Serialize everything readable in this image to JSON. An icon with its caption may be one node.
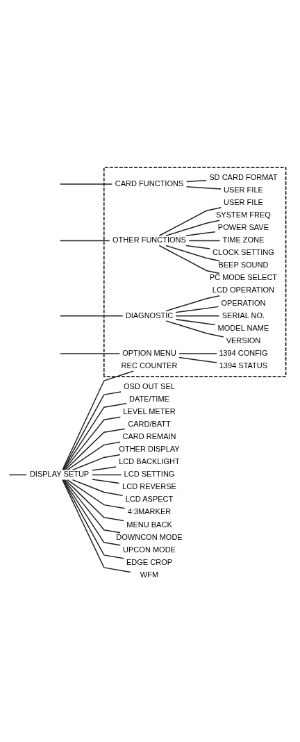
{
  "diagram": {
    "nodes": [
      {
        "text": [],
        "shape": "box"
      },
      {
        "text": [
          "DISPLAY SETUP"
        ]
      },
      {
        "text": [
          "OSD OUT SEL"
        ]
      },
      {
        "text": [
          "DATE/TIME"
        ]
      },
      {
        "text": [
          "LEVEL METER"
        ]
      },
      {
        "text": [
          "CARD/BATT"
        ]
      },
      {
        "text": [
          "CARD REMAIN"
        ]
      },
      {
        "text": [
          "OTHER DISPLAY"
        ]
      },
      {
        "text": [
          "LCD BACKLIGHT"
        ]
      },
      {
        "text": [
          "LCD SETTING"
        ]
      },
      {
        "text": [
          "LCD REVERSE"
        ]
      },
      {
        "text": [
          "LCD ASPECT"
        ]
      },
      {
        "text": [
          "4:3MARKER"
        ]
      },
      {
        "text": [
          "MENU BACK"
        ]
      },
      {
        "text": [
          "DOWNCON MODE"
        ]
      },
      {
        "text": [
          "UPCON MODE"
        ]
      },
      {
        "text": [
          "EDGE CROP"
        ]
      },
      {
        "text": [
          "WFM"
        ]
      },
      {
        "text": [
          "REC COUNTER"
        ],
        "in": 0
      },
      {
        "text": [
          "CARD FUNCTIONS"
        ],
        "in": 0
      },
      {
        "text": [
          "USER FILE"
        ],
        "in": 0
      },
      {
        "text": [
          "SD CARD FORMAT"
        ],
        "in": 0
      },
      {
        "text": [
          "OTHER FUNCTIONS"
        ],
        "in": 0
      },
      {
        "text": [
          "PC MODE SELECT"
        ],
        "in": 0
      },
      {
        "text": [
          "BEEP SOUND"
        ],
        "in": 0
      },
      {
        "text": [
          "CLOCK SETTING"
        ],
        "in": 0
      },
      {
        "text": [
          "TIME ZONE"
        ],
        "in": 0
      },
      {
        "text": [
          "POWER SAVE"
        ],
        "in": 0
      },
      {
        "text": [
          "SYSTEM FREQ"
        ],
        "in": 0
      },
      {
        "text": [
          "USER FILE"
        ],
        "in": 0
      },
      {
        "text": [
          "DIAGNOSTIC"
        ],
        "in": 0
      },
      {
        "text": [
          "VERSION"
        ],
        "in": 0
      },
      {
        "text": [
          "MODEL NAME"
        ],
        "in": 0
      },
      {
        "text": [
          "SERIAL NO."
        ],
        "in": 0
      },
      {
        "text": [
          "OPERATION"
        ],
        "in": 0
      },
      {
        "text": [
          "LCD OPERATION"
        ],
        "in": 0
      },
      {
        "text": [
          "OPTION MENU"
        ],
        "in": 0
      },
      {
        "text": [
          "1394 STATUS"
        ],
        "in": 0
      },
      {
        "text": [
          "1394 CONFIG"
        ],
        "in": 0
      }
    ],
    "edges": [
      {
        "from": null,
        "to": 1,
        "arrow": "none"
      },
      {
        "from": 1,
        "to": 2,
        "arrow": "none"
      },
      {
        "from": 1,
        "to": 3,
        "arrow": "none"
      },
      {
        "from": 1,
        "to": 4,
        "arrow": "none"
      },
      {
        "from": 1,
        "to": 5,
        "arrow": "none"
      },
      {
        "from": 1,
        "to": 6,
        "arrow": "none"
      },
      {
        "from": 1,
        "to": 7,
        "arrow": "none"
      },
      {
        "from": 1,
        "to": 8,
        "arrow": "none"
      },
      {
        "from": 1,
        "to": 9,
        "arrow": "none"
      },
      {
        "from": 1,
        "to": 10,
        "arrow": "none"
      },
      {
        "from": 1,
        "to": 11,
        "arrow": "none"
      },
      {
        "from": 1,
        "to": 12,
        "arrow": "none"
      },
      {
        "from": 1,
        "to": 13,
        "arrow": "none"
      },
      {
        "from": 1,
        "to": 14,
        "arrow": "none"
      },
      {
        "from": 1,
        "to": 15,
        "arrow": "none"
      },
      {
        "from": 1,
        "to": 16,
        "arrow": "none"
      },
      {
        "from": 1,
        "to": 17,
        "arrow": "none"
      },
      {
        "from": 1,
        "to": 18,
        "arrow": "none"
      },
      {
        "from": null,
        "to": 19,
        "arrow": "none"
      },
      {
        "from": 19,
        "to": 20,
        "arrow": "none"
      },
      {
        "from": 19,
        "to": 21,
        "arrow": "none"
      },
      {
        "from": null,
        "to": 22,
        "arrow": "none"
      },
      {
        "from": 22,
        "to": 23,
        "arrow": "none"
      },
      {
        "from": 22,
        "to": 24,
        "arrow": "none"
      },
      {
        "from": 22,
        "to": 25,
        "arrow": "none"
      },
      {
        "from": 22,
        "to": 26,
        "arrow": "none"
      },
      {
        "from": 22,
        "to": 27,
        "arrow": "none"
      },
      {
        "from": 22,
        "to": 28,
        "arrow": "none"
      },
      {
        "from": 22,
        "to": 29,
        "arrow": "none"
      },
      {
        "from": null,
        "to": 30,
        "arrow": "none"
      },
      {
        "from": 30,
        "to": 31,
        "arrow": "none"
      },
      {
        "from": 30,
        "to": 32,
        "arrow": "none"
      },
      {
        "from": 30,
        "to": 33,
        "arrow": "none"
      },
      {
        "from": 30,
        "to": 34,
        "arrow": "none"
      },
      {
        "from": 30,
        "to": 35,
        "arrow": "none"
      },
      {
        "from": null,
        "to": 36,
        "arrow": "none"
      },
      {
        "from": 36,
        "to": 37,
        "arrow": "none"
      },
      {
        "from": 36,
        "to": 38,
        "arrow": "none"
      }
    ]
  }
}
